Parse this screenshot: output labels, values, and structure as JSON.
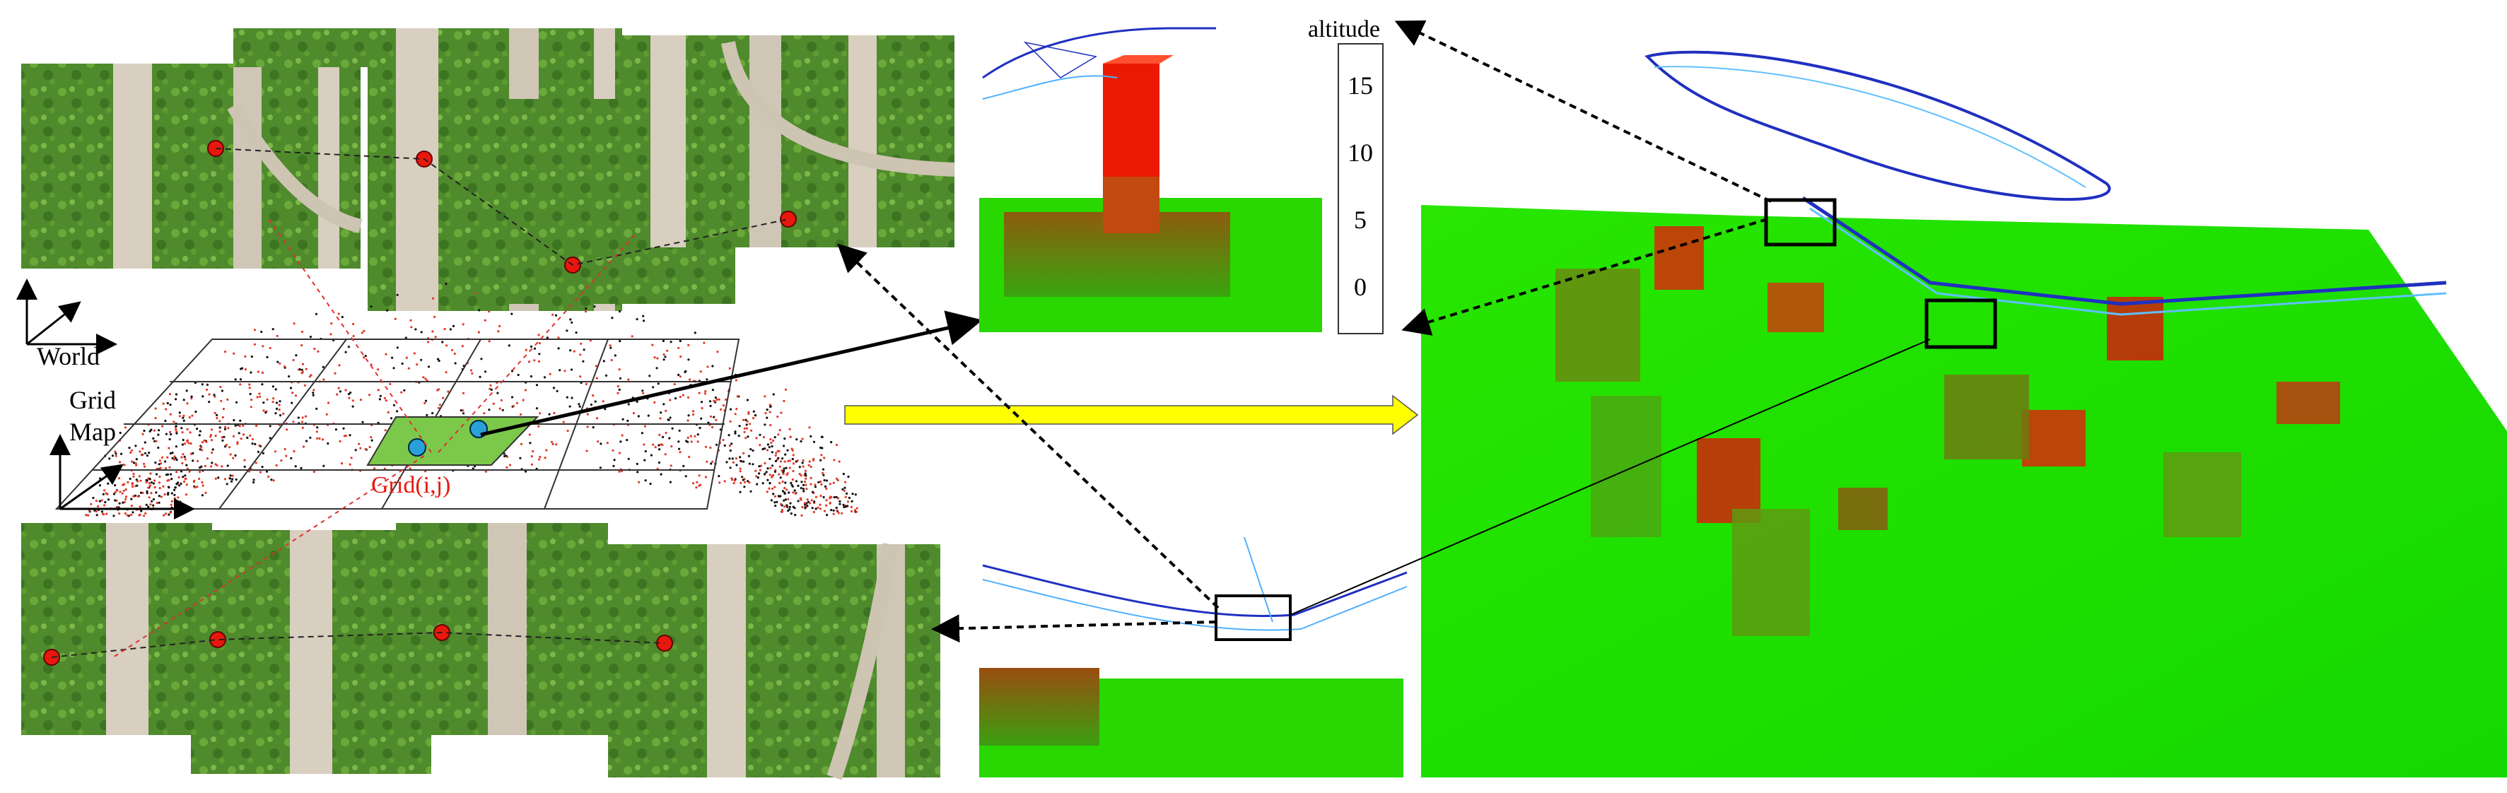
{
  "labels": {
    "world": "World",
    "grid": "Grid",
    "map": "Map",
    "grid_cell": "Grid(i,j)",
    "altitude": "altitude"
  },
  "altitude_scale": {
    "ticks": [
      "15",
      "10",
      "5",
      "0"
    ],
    "gradient_top": "#ff1a00",
    "gradient_bottom": "#22e000"
  },
  "colors": {
    "grass": "#4d8a2a",
    "ground_green": "#1fe000",
    "height_red": "#e0200a",
    "grid_cell_fill": "#7cc84a",
    "feature_point": "#e8180e",
    "keypoint_blue": "#2aa0d8",
    "flow_arrow": "#ffff00",
    "camera_trajectory": "#1a2ac0"
  },
  "icons": {
    "world_axes": "axes-icon",
    "grid_axes": "axes-icon",
    "flow_arrow": "arrow-right-icon"
  }
}
